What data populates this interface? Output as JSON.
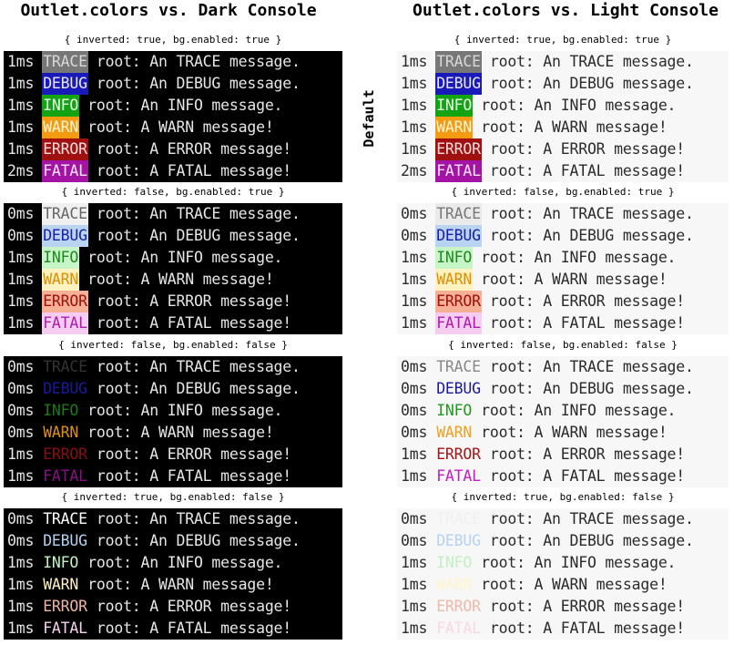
{
  "headings": {
    "dark": "Outlet.colors vs. Dark Console",
    "light": "Outlet.colors vs. Light Console"
  },
  "side_label": "Default",
  "colors": {
    "dark_bg": "#000000",
    "light_bg": "#f7f7f7"
  },
  "dark_console": [
    {
      "caption": "{ inverted: true, bg.enabled: true }",
      "rows": [
        {
          "time": "1ms",
          "level": "TRACE",
          "message": "root: An TRACE message.",
          "fg": "#d8d8d8",
          "bg": "#777777"
        },
        {
          "time": "1ms",
          "level": "DEBUG",
          "message": "root: An DEBUG message.",
          "fg": "#e8e8ff",
          "bg": "#1a1ab8"
        },
        {
          "time": "1ms",
          "level": "INFO",
          "message": "root: An INFO message.",
          "fg": "#e8ffe8",
          "bg": "#13a313"
        },
        {
          "time": "1ms",
          "level": "WARN",
          "message": "root: A WARN message!",
          "fg": "#fff4d8",
          "bg": "#f39c12"
        },
        {
          "time": "1ms",
          "level": "ERROR",
          "message": "root: A ERROR message!",
          "fg": "#ffdede",
          "bg": "#a01010"
        },
        {
          "time": "2ms",
          "level": "FATAL",
          "message": "root: A FATAL message!",
          "fg": "#ffe6ff",
          "bg": "#a414a4"
        }
      ]
    },
    {
      "caption": "{ inverted: false, bg.enabled: true }",
      "rows": [
        {
          "time": "0ms",
          "level": "TRACE",
          "message": "root: An TRACE message.",
          "fg": "#666666",
          "bg": "#f0f0f0"
        },
        {
          "time": "0ms",
          "level": "DEBUG",
          "message": "root: An DEBUG message.",
          "fg": "#1c1ca8",
          "bg": "#b8d4f0"
        },
        {
          "time": "1ms",
          "level": "INFO",
          "message": "root: An INFO message.",
          "fg": "#1e8a1e",
          "bg": "#c8f5c8"
        },
        {
          "time": "1ms",
          "level": "WARN",
          "message": "root: A WARN message!",
          "fg": "#e08e00",
          "bg": "#fff1c0"
        },
        {
          "time": "1ms",
          "level": "ERROR",
          "message": "root: A ERROR message!",
          "fg": "#a01010",
          "bg": "#f5b096"
        },
        {
          "time": "1ms",
          "level": "FATAL",
          "message": "root: A FATAL message!",
          "fg": "#b01ab0",
          "bg": "#f5cdf0"
        }
      ]
    },
    {
      "caption": "{ inverted: false, bg.enabled: false }",
      "rows": [
        {
          "time": "0ms",
          "level": "TRACE",
          "message": "root: An TRACE message.",
          "fg": "#333333",
          "bg": ""
        },
        {
          "time": "0ms",
          "level": "DEBUG",
          "message": "root: An DEBUG message.",
          "fg": "#1a1aa0",
          "bg": ""
        },
        {
          "time": "0ms",
          "level": "INFO",
          "message": "root: An INFO message.",
          "fg": "#1a7a1a",
          "bg": ""
        },
        {
          "time": "0ms",
          "level": "WARN",
          "message": "root: A WARN message!",
          "fg": "#e0900c",
          "bg": ""
        },
        {
          "time": "1ms",
          "level": "ERROR",
          "message": "root: A ERROR message!",
          "fg": "#8a0e0e",
          "bg": ""
        },
        {
          "time": "1ms",
          "level": "FATAL",
          "message": "root: A FATAL message!",
          "fg": "#8a0e8a",
          "bg": ""
        }
      ]
    },
    {
      "caption": "{ inverted: true, bg.enabled: false }",
      "rows": [
        {
          "time": "0ms",
          "level": "TRACE",
          "message": "root: An TRACE message.",
          "fg": "#ffffff",
          "bg": ""
        },
        {
          "time": "0ms",
          "level": "DEBUG",
          "message": "root: An DEBUG message.",
          "fg": "#b4d2f2",
          "bg": ""
        },
        {
          "time": "1ms",
          "level": "INFO",
          "message": "root: An INFO message.",
          "fg": "#c0f5c0",
          "bg": ""
        },
        {
          "time": "1ms",
          "level": "WARN",
          "message": "root: A WARN message!",
          "fg": "#fff0c0",
          "bg": ""
        },
        {
          "time": "1ms",
          "level": "ERROR",
          "message": "root: A ERROR message!",
          "fg": "#f0b4a0",
          "bg": ""
        },
        {
          "time": "1ms",
          "level": "FATAL",
          "message": "root: A FATAL message!",
          "fg": "#f5d2ec",
          "bg": ""
        }
      ]
    }
  ],
  "light_console": [
    {
      "caption": "{ inverted: true, bg.enabled: true }",
      "rows": [
        {
          "time": "1ms",
          "level": "TRACE",
          "message": "root: An TRACE message.",
          "fg": "#d8d8d8",
          "bg": "#777777"
        },
        {
          "time": "1ms",
          "level": "DEBUG",
          "message": "root: An DEBUG message.",
          "fg": "#e8e8ff",
          "bg": "#1a1ab8"
        },
        {
          "time": "1ms",
          "level": "INFO",
          "message": "root: An INFO message.",
          "fg": "#e8ffe8",
          "bg": "#13a313"
        },
        {
          "time": "1ms",
          "level": "WARN",
          "message": "root: A WARN message!",
          "fg": "#fff4d8",
          "bg": "#f39c12"
        },
        {
          "time": "1ms",
          "level": "ERROR",
          "message": "root: A ERROR message!",
          "fg": "#ffdede",
          "bg": "#a01010"
        },
        {
          "time": "2ms",
          "level": "FATAL",
          "message": "root: A FATAL message!",
          "fg": "#ffe6ff",
          "bg": "#a414a4"
        }
      ]
    },
    {
      "caption": "{ inverted: false, bg.enabled: true }",
      "rows": [
        {
          "time": "0ms",
          "level": "TRACE",
          "message": "root: An TRACE message.",
          "fg": "#777777",
          "bg": "#eaeaea"
        },
        {
          "time": "0ms",
          "level": "DEBUG",
          "message": "root: An DEBUG message.",
          "fg": "#1c1ca8",
          "bg": "#b8d4f0"
        },
        {
          "time": "1ms",
          "level": "INFO",
          "message": "root: An INFO message.",
          "fg": "#1e8a1e",
          "bg": "#c8f5c8"
        },
        {
          "time": "1ms",
          "level": "WARN",
          "message": "root: A WARN message!",
          "fg": "#e08e00",
          "bg": "#fff1c0"
        },
        {
          "time": "1ms",
          "level": "ERROR",
          "message": "root: A ERROR message!",
          "fg": "#a01010",
          "bg": "#f5b096"
        },
        {
          "time": "1ms",
          "level": "FATAL",
          "message": "root: A FATAL message!",
          "fg": "#b01ab0",
          "bg": "#f5cdf0"
        }
      ]
    },
    {
      "caption": "{ inverted: false, bg.enabled: false }",
      "rows": [
        {
          "time": "0ms",
          "level": "TRACE",
          "message": "root: An TRACE message.",
          "fg": "#888888",
          "bg": ""
        },
        {
          "time": "0ms",
          "level": "DEBUG",
          "message": "root: An DEBUG message.",
          "fg": "#1a1aa0",
          "bg": ""
        },
        {
          "time": "0ms",
          "level": "INFO",
          "message": "root: An INFO message.",
          "fg": "#1e9a1e",
          "bg": ""
        },
        {
          "time": "0ms",
          "level": "WARN",
          "message": "root: A WARN message!",
          "fg": "#f0a020",
          "bg": ""
        },
        {
          "time": "1ms",
          "level": "ERROR",
          "message": "root: A ERROR message!",
          "fg": "#a81414",
          "bg": ""
        },
        {
          "time": "1ms",
          "level": "FATAL",
          "message": "root: A FATAL message!",
          "fg": "#c020c0",
          "bg": ""
        }
      ]
    },
    {
      "caption": "{ inverted: true, bg.enabled: false }",
      "rows": [
        {
          "time": "0ms",
          "level": "TRACE",
          "message": "root: An TRACE message.",
          "fg": "#f0f0f0",
          "bg": ""
        },
        {
          "time": "0ms",
          "level": "DEBUG",
          "message": "root: An DEBUG message.",
          "fg": "#b4d2f2",
          "bg": ""
        },
        {
          "time": "1ms",
          "level": "INFO",
          "message": "root: An INFO message.",
          "fg": "#c0f0c0",
          "bg": ""
        },
        {
          "time": "1ms",
          "level": "WARN",
          "message": "root: A WARN message!",
          "fg": "#fff5cc",
          "bg": ""
        },
        {
          "time": "1ms",
          "level": "ERROR",
          "message": "root: A ERROR message!",
          "fg": "#f0b8a8",
          "bg": ""
        },
        {
          "time": "1ms",
          "level": "FATAL",
          "message": "root: A FATAL message!",
          "fg": "#f8d8e4",
          "bg": ""
        }
      ]
    }
  ]
}
